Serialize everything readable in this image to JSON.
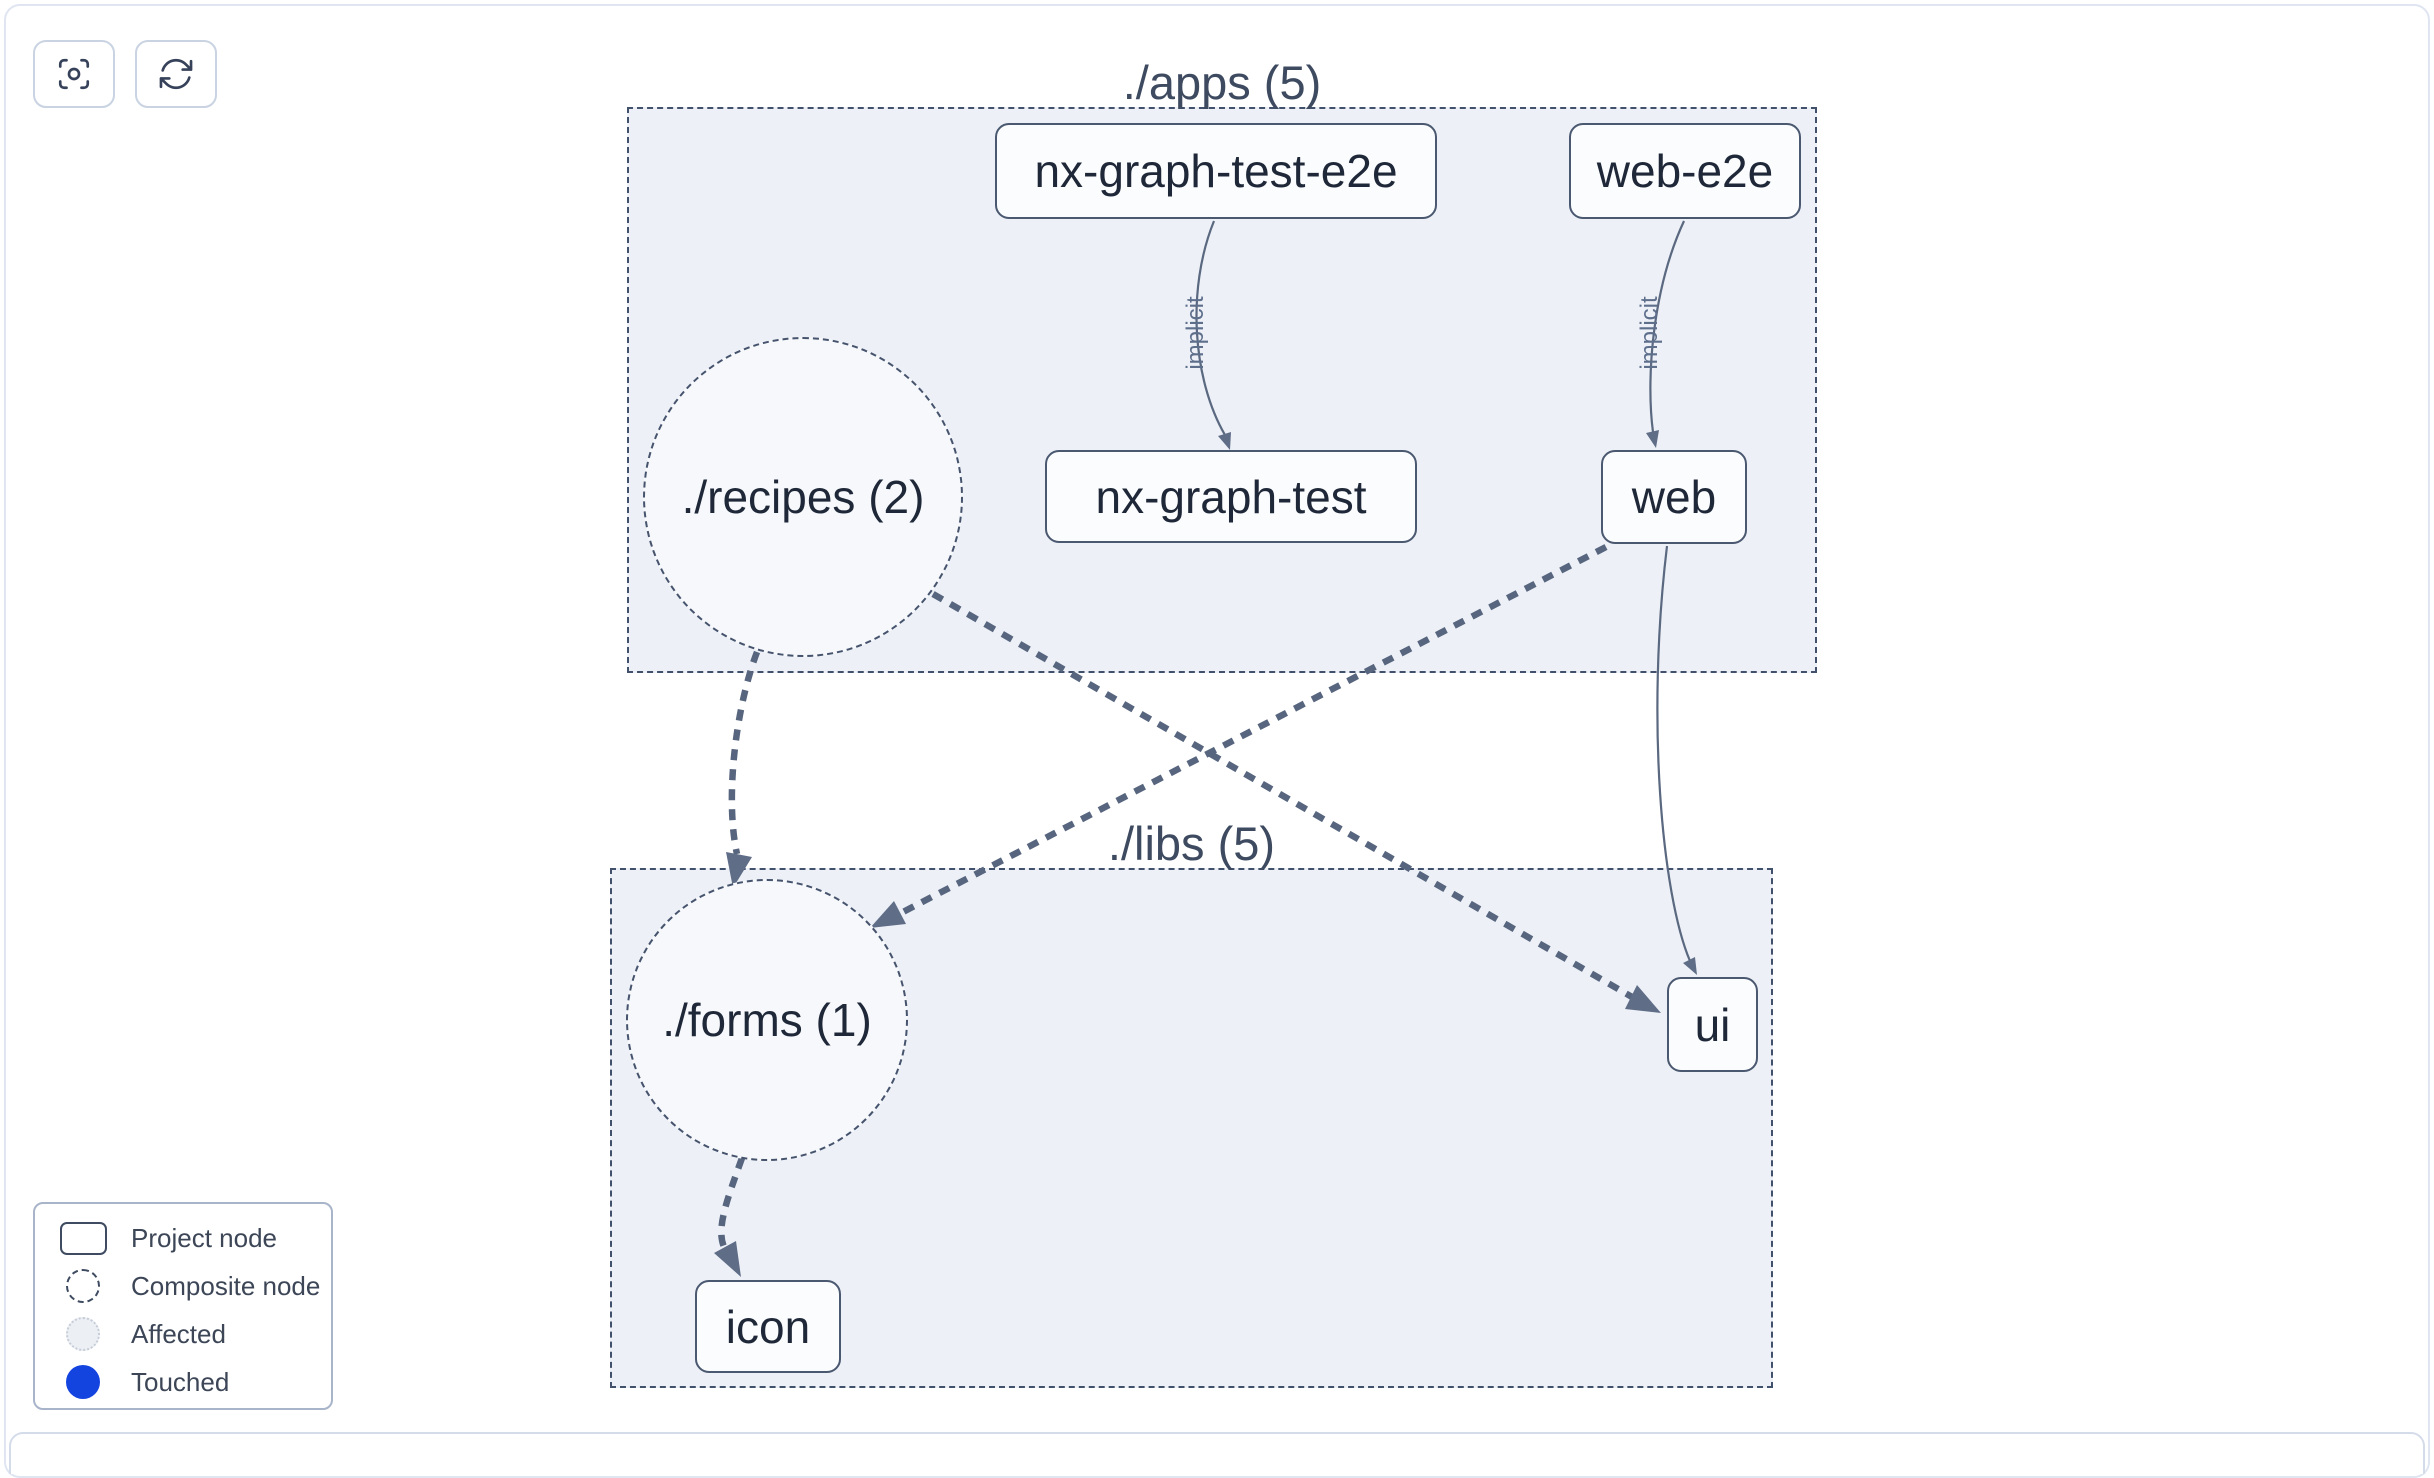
{
  "toolbar": {
    "buttons": [
      {
        "name": "center-graph",
        "icon": "viewfinder-focus-icon"
      },
      {
        "name": "refresh-graph",
        "icon": "refresh-arrows-icon"
      }
    ]
  },
  "clusters": [
    {
      "title": "./apps (5)"
    },
    {
      "title": "./libs (5)"
    }
  ],
  "nodes": {
    "nx_graph_test_e2e": {
      "label": "nx-graph-test-e2e",
      "type": "project"
    },
    "web_e2e": {
      "label": "web-e2e",
      "type": "project"
    },
    "recipes": {
      "label": "./recipes (2)",
      "type": "composite"
    },
    "nx_graph_test": {
      "label": "nx-graph-test",
      "type": "project"
    },
    "web": {
      "label": "web",
      "type": "project"
    },
    "forms": {
      "label": "./forms (1)",
      "type": "composite"
    },
    "ui": {
      "label": "ui",
      "type": "project"
    },
    "icon": {
      "label": "icon",
      "type": "project"
    }
  },
  "edge_labels": {
    "implicit": "implicit"
  },
  "graph_edges": [
    {
      "from": "nx-graph-test-e2e",
      "to": "nx-graph-test",
      "style": "thin-solid",
      "label": "implicit"
    },
    {
      "from": "web-e2e",
      "to": "web",
      "style": "thin-solid",
      "label": "implicit"
    },
    {
      "from": "./recipes (2)",
      "to": "./forms (1)",
      "style": "thick-dashed",
      "label": ""
    },
    {
      "from": "./recipes (2)",
      "to": "ui",
      "style": "thick-dashed",
      "label": ""
    },
    {
      "from": "web",
      "to": "./forms (1)",
      "style": "thick-dashed",
      "label": ""
    },
    {
      "from": "web",
      "to": "ui",
      "style": "thin-solid",
      "label": ""
    },
    {
      "from": "./forms (1)",
      "to": "icon",
      "style": "thick-dashed",
      "label": ""
    }
  ],
  "legend": {
    "items": [
      "Project node",
      "Composite node",
      "Affected",
      "Touched"
    ]
  },
  "colors": {
    "touched_blue": "#1444e0",
    "cluster_background": "#edf1f7",
    "cluster_border": "#41506b",
    "edge": "#57657e",
    "node_border": "#4a5870",
    "node_text": "#1f2838",
    "canvas_border": "#dfe5f1"
  }
}
